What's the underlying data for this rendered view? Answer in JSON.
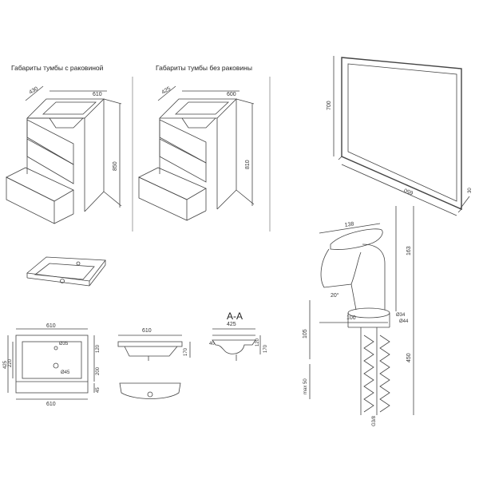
{
  "titles": {
    "with_sink": "Габариты тумбы с раковиной",
    "without_sink": "Габариты тумбы без раковины",
    "section": "A-A"
  },
  "dims": {
    "with_sink_depth": "430",
    "with_sink_width": "610",
    "with_sink_height": "850",
    "without_sink_depth": "425",
    "without_sink_width": "600",
    "without_sink_height": "810",
    "mirror_height": "700",
    "mirror_width": "650",
    "mirror_depth": "30",
    "faucet_reach": "138",
    "faucet_height": "163",
    "faucet_angle": "20°",
    "faucet_spout": "100",
    "faucet_d1": "Ø34",
    "faucet_d2": "Ø44",
    "faucet_below": "105",
    "faucet_hose": "450",
    "faucet_max": "max 50",
    "faucet_thread": "G3/8",
    "plan_width_top": "610",
    "plan_width_bottom": "610",
    "plan_d35": "Ø35",
    "plan_d45": "Ø45",
    "plan_220": "220",
    "plan_425": "425",
    "plan_120": "120",
    "plan_200": "200",
    "plan_45": "45",
    "front_610": "610",
    "front_170": "170",
    "sec_425": "425",
    "sec_40": "40",
    "sec_120": "120",
    "sec_170": "170"
  }
}
